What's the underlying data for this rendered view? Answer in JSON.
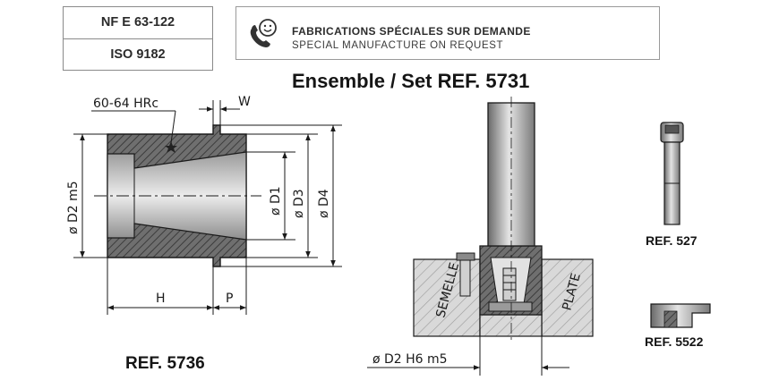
{
  "standards": [
    "NF E 63-122",
    "ISO 9182"
  ],
  "banner": {
    "line_fr": "FABRICATIONS SPÉCIALES SUR DEMANDE",
    "line_en": "SPECIAL MANUFACTURE ON REQUEST",
    "icon": "phone-smile-icon"
  },
  "title": "Ensemble / Set REF. 5731",
  "bushing": {
    "ref": "REF. 5736",
    "hardness": "60-64 HRc",
    "labels": {
      "w": "W",
      "d2": "ø D2 m5",
      "d1": "ø D1",
      "d3": "ø D3",
      "d4": "ø D4",
      "h": "H",
      "p": "P"
    }
  },
  "assembly": {
    "semelle": "SEMELLE",
    "plate": "PLATE",
    "d2_fit": "ø D2 H6 m5"
  },
  "screw": {
    "ref": "REF. 527"
  },
  "washer": {
    "ref": "REF. 5522"
  },
  "colors": {
    "steel": "#7a7a7a",
    "steel_light": "#c9c9c9",
    "hatch": "#555555",
    "ink": "#1a1a1a"
  }
}
